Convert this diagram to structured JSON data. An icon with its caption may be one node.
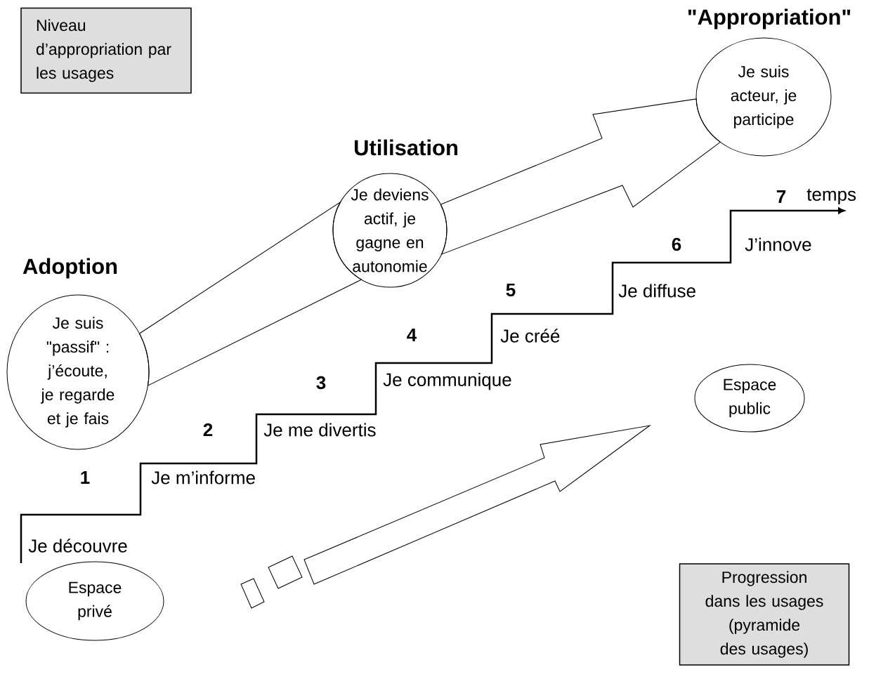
{
  "diagram": {
    "nodes": [
      {
        "text": [
          "Niveau d’appropriation par les usages"
        ]
      },
      {
        "text": [
          "Adoption",
          "Je suis \"passif\" : j’écoute, je regarde et je fais"
        ]
      },
      {
        "text": [
          "Utilisation",
          "Je deviens actif, je gagne en autonomie"
        ]
      },
      {
        "text": [
          "\"**Appropriation**\"",
          "Je suis acteur, je participe"
        ]
      },
      {
        "text": [
          "Espace public"
        ]
      },
      {
        "text": [
          "Espace privé"
        ]
      },
      {
        "text": [
          "Progression dans les usages (pyramide des usages)"
        ]
      }
    ],
    "edges": [
      {
        "from": 1,
        "to": 2,
        "arrow": "none"
      },
      {
        "from": 2,
        "to": 3,
        "arrow": "to"
      }
    ],
    "labels": [
      "1",
      "Je découvre",
      "2",
      "Je m’informe",
      "3",
      "Je me divertis",
      "4",
      "Je communique",
      "5",
      "Je créé",
      "6",
      "Je diffuse",
      "7",
      "J’innove",
      "temps"
    ]
  }
}
